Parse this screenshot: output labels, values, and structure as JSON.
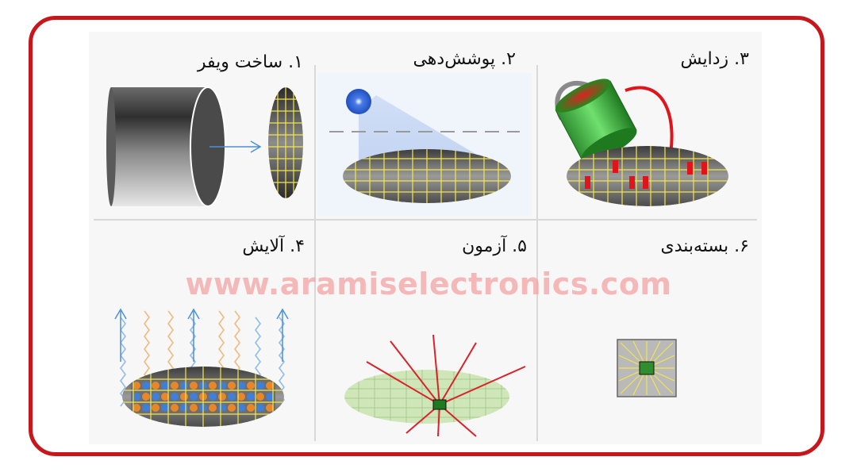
{
  "steps": [
    {
      "label": "۱. ساخت ویفر"
    },
    {
      "label": "۲. پوشش‌دهی"
    },
    {
      "label": "۳. زدایش"
    },
    {
      "label": "۴. آلایش"
    },
    {
      "label": "۵. آزمون"
    },
    {
      "label": "۶. بسته‌بندی"
    }
  ],
  "watermark": "www.aramiselectronics.com",
  "colors": {
    "frame": "#c8171c",
    "grid": "#f2e64a",
    "wafer": "#7a7a7a",
    "etch": "#e0141b"
  }
}
